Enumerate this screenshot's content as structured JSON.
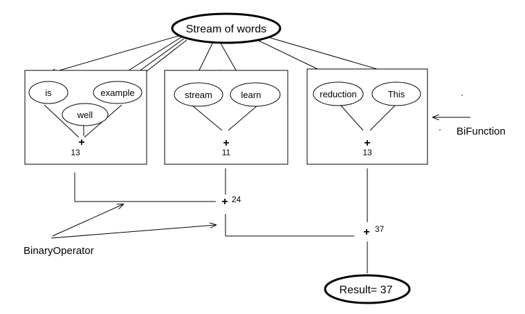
{
  "source": {
    "label": "Stream of words"
  },
  "groups": [
    {
      "words": [
        "is",
        "example",
        "well"
      ],
      "sum": "13"
    },
    {
      "words": [
        "stream",
        "learn"
      ],
      "sum": "11"
    },
    {
      "words": [
        "reduction",
        "This"
      ],
      "sum": "13"
    }
  ],
  "combine": [
    {
      "symbol": "+",
      "value": "24"
    },
    {
      "symbol": "+",
      "value": "37"
    }
  ],
  "group_plus": "+",
  "labels": {
    "bifunction": "BiFunction",
    "binary_operator": "BinaryOperator"
  },
  "result": {
    "label": "Result= 37"
  }
}
